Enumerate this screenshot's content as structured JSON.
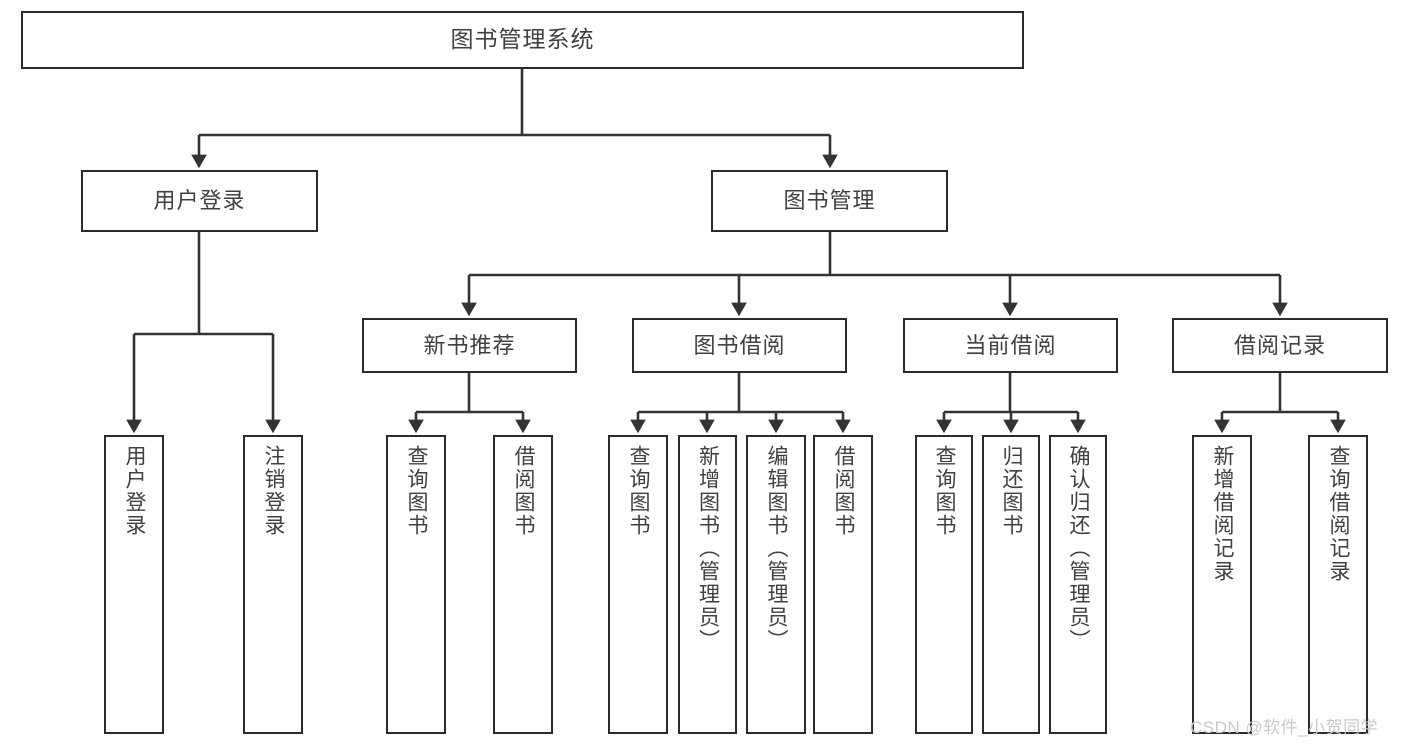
{
  "diagram": {
    "type": "tree-hierarchy-chart",
    "title": "图书管理系统",
    "watermark": "CSDN @软件_小贺同学",
    "colors": {
      "box_border": "#2b2b2b",
      "box_fill": "#ffffff",
      "text": "#404040",
      "edge": "#333333",
      "watermark": "#c9c9c9",
      "background": "#ffffff"
    },
    "root": {
      "label": "图书管理系统"
    },
    "level1": [
      {
        "label": "用户登录"
      },
      {
        "label": "图书管理"
      }
    ],
    "level2": [
      {
        "label": "新书推荐"
      },
      {
        "label": "图书借阅"
      },
      {
        "label": "当前借阅"
      },
      {
        "label": "借阅记录"
      }
    ],
    "leaves": {
      "user_login": [
        {
          "label": "用户登录"
        },
        {
          "label": "注销登录"
        }
      ],
      "new_book_recommend": [
        {
          "label": "查询图书"
        },
        {
          "label": "借阅图书"
        }
      ],
      "book_borrow": [
        {
          "label": "查询图书"
        },
        {
          "label": "新增图书（管理员）"
        },
        {
          "label": "编辑图书（管理员）"
        },
        {
          "label": "借阅图书"
        }
      ],
      "current_borrow": [
        {
          "label": "查询图书"
        },
        {
          "label": "归还图书"
        },
        {
          "label": "确认归还（管理员）"
        }
      ],
      "borrow_record": [
        {
          "label": "新增借阅记录"
        },
        {
          "label": "查询借阅记录"
        }
      ]
    }
  }
}
